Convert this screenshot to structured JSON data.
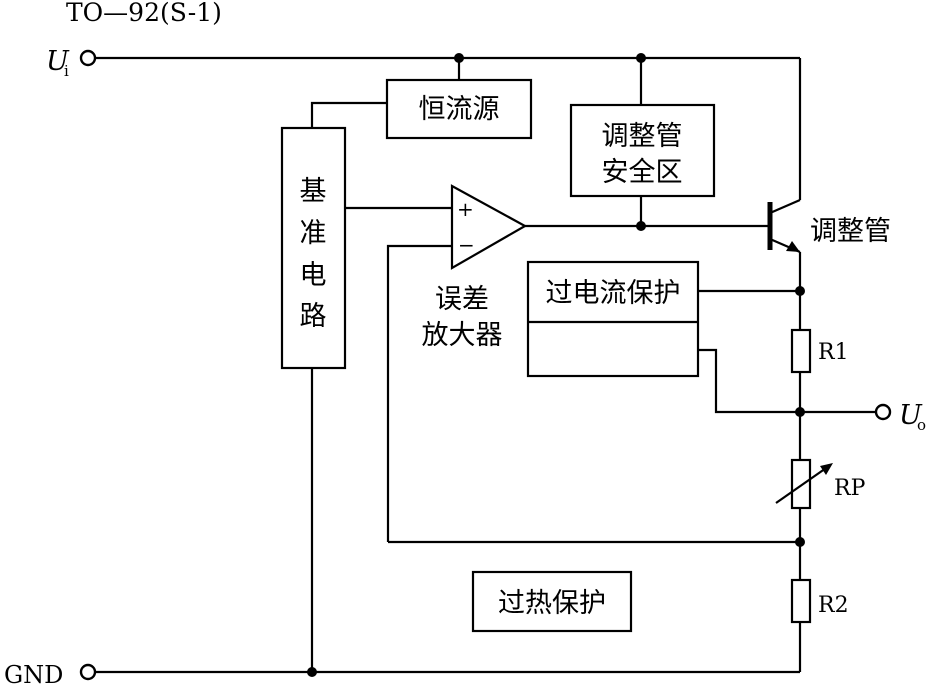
{
  "package": "TO—92(S-1)",
  "terminals": {
    "input_symbol": "U",
    "input_sub": "i",
    "output_symbol": "U",
    "output_sub": "o",
    "ground": "GND"
  },
  "blocks": {
    "current_source": "恒流源",
    "reference": [
      "基",
      "准",
      "电",
      "路"
    ],
    "safe_area": [
      "调整管",
      "安全区"
    ],
    "overcurrent": "过电流保护",
    "thermal": "过热保护",
    "error_amp": [
      "误差",
      "放大器"
    ]
  },
  "transistor": "调整管",
  "amp_pins": {
    "plus": "+",
    "minus": "−"
  },
  "components": {
    "r1": "R1",
    "rp": "RP",
    "r2": "R2"
  }
}
